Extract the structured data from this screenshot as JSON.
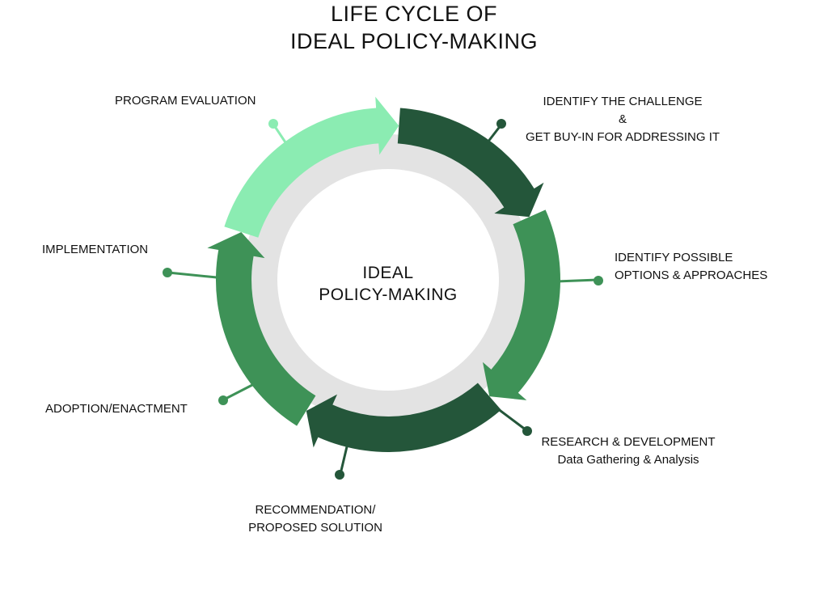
{
  "title": {
    "line1": "LIFE CYCLE OF",
    "line2": "IDEAL POLICY-MAKING"
  },
  "center": {
    "line1": "IDEAL",
    "line2": "POLICY-MAKING"
  },
  "steps": [
    {
      "key": "identify",
      "lines": [
        "IDENTIFY THE CHALLENGE",
        "&",
        "GET BUY-IN FOR ADDRESSING IT"
      ]
    },
    {
      "key": "options",
      "lines": [
        "IDENTIFY POSSIBLE",
        "OPTIONS & APPROACHES"
      ]
    },
    {
      "key": "research",
      "lines": [
        "RESEARCH & DEVELOPMENT",
        "Data Gathering & Analysis"
      ]
    },
    {
      "key": "recommendation",
      "lines": [
        "RECOMMENDATION/",
        "PROPOSED SOLUTION"
      ]
    },
    {
      "key": "adoption",
      "lines": [
        "ADOPTION/ENACTMENT"
      ]
    },
    {
      "key": "implementation",
      "lines": [
        "IMPLEMENTATION"
      ]
    },
    {
      "key": "evaluation",
      "lines": [
        "PROGRAM EVALUATION"
      ]
    }
  ],
  "colors": {
    "dark_green": "#24563A",
    "mid_green": "#3E9257",
    "light_green": "#8BECB2",
    "inner_circle": "#E3E3E3",
    "text": "#111111"
  }
}
